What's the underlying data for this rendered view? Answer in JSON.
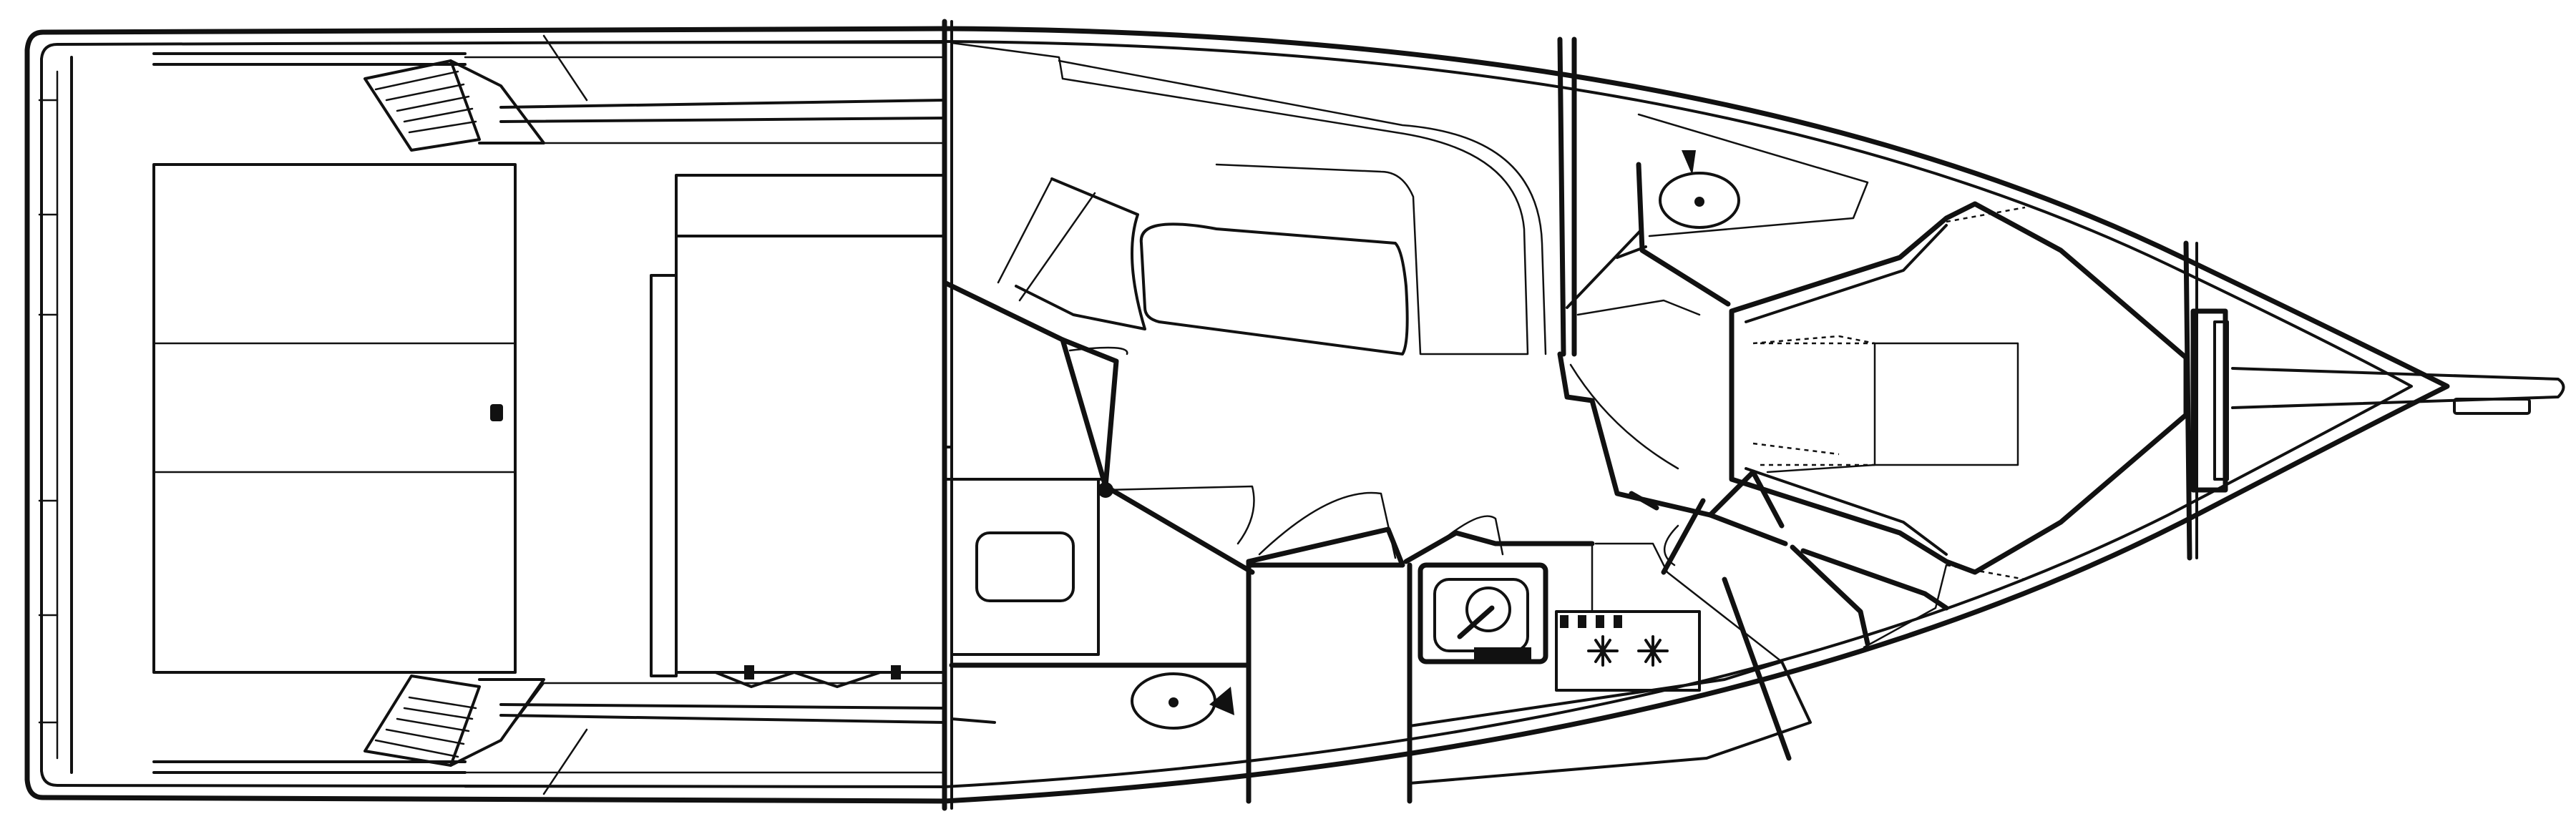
{
  "diagram": {
    "kind": "boat-floor-plan",
    "ink": "#111111",
    "paper": "#ffffff",
    "elements": [
      "hull-outline",
      "bow-pulpit",
      "cockpit",
      "cockpit-hatch",
      "cockpit-steps-port",
      "cockpit-steps-starboard",
      "transom",
      "bridge-bulkhead",
      "helm-seat",
      "dinette",
      "head-aft",
      "head-sink",
      "galley",
      "galley-sink",
      "galley-stove",
      "salon-settee",
      "forward-head",
      "forward-head-sink",
      "v-berth",
      "chain-locker",
      "anchor-windlass"
    ]
  }
}
